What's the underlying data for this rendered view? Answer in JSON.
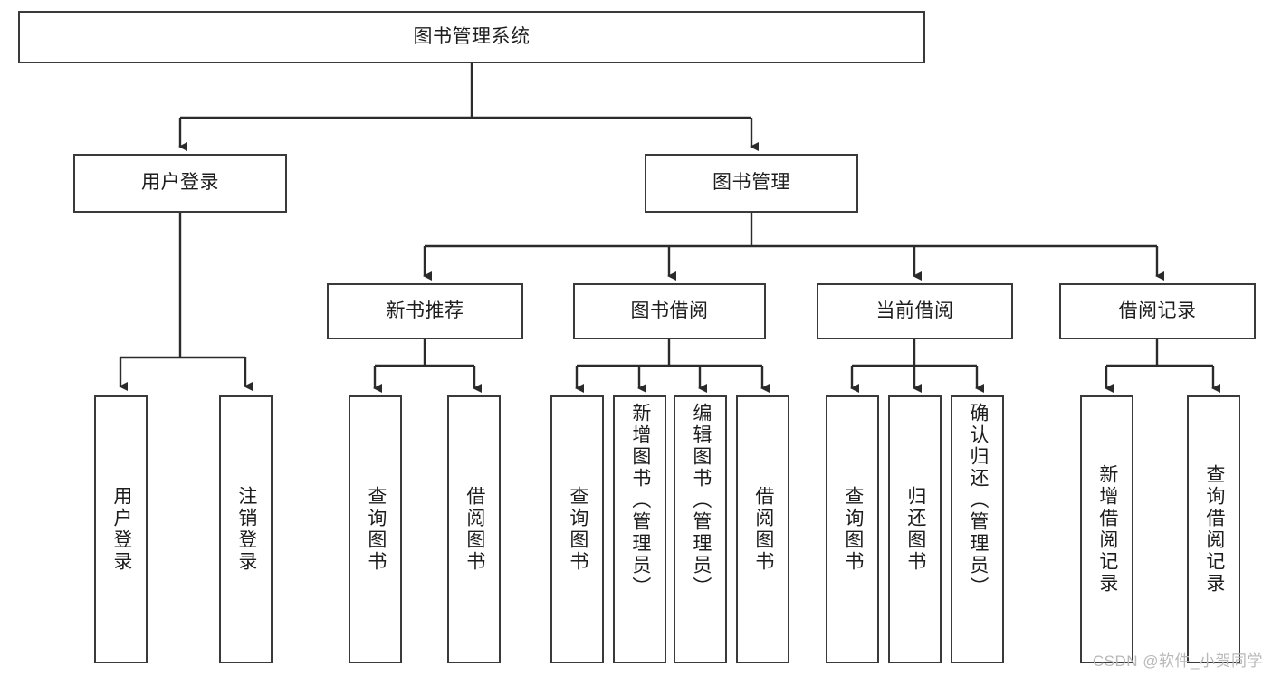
{
  "diagram": {
    "title": "图书管理系统",
    "watermark": "CSDN @软件_小贺同学",
    "colors": {
      "box_border": "#3a3a3a",
      "box_fill": "#ffffff",
      "line": "#2b2b2b",
      "text": "#1d1d1d",
      "watermark": "#b8b8b8",
      "background": "#ffffff"
    },
    "root": {
      "label": "图书管理系统"
    },
    "level2": [
      {
        "label": "用户登录"
      },
      {
        "label": "图书管理"
      }
    ],
    "level3": [
      {
        "label": "新书推荐"
      },
      {
        "label": "图书借阅"
      },
      {
        "label": "当前借阅"
      },
      {
        "label": "借阅记录"
      }
    ],
    "leaves": {
      "user_login": [
        {
          "label": "用户登录"
        },
        {
          "label": "注销登录"
        }
      ],
      "new_book_recommend": [
        {
          "label": "查询图书"
        },
        {
          "label": "借阅图书"
        }
      ],
      "book_borrow": [
        {
          "label": "查询图书"
        },
        {
          "label": "新增图书（管理员）"
        },
        {
          "label": "编辑图书（管理员）"
        },
        {
          "label": "借阅图书"
        }
      ],
      "current_borrow": [
        {
          "label": "查询图书"
        },
        {
          "label": "归还图书"
        },
        {
          "label": "确认归还（管理员）"
        }
      ],
      "borrow_record": [
        {
          "label": "新增借阅记录"
        },
        {
          "label": "查询借阅记录"
        }
      ]
    }
  }
}
